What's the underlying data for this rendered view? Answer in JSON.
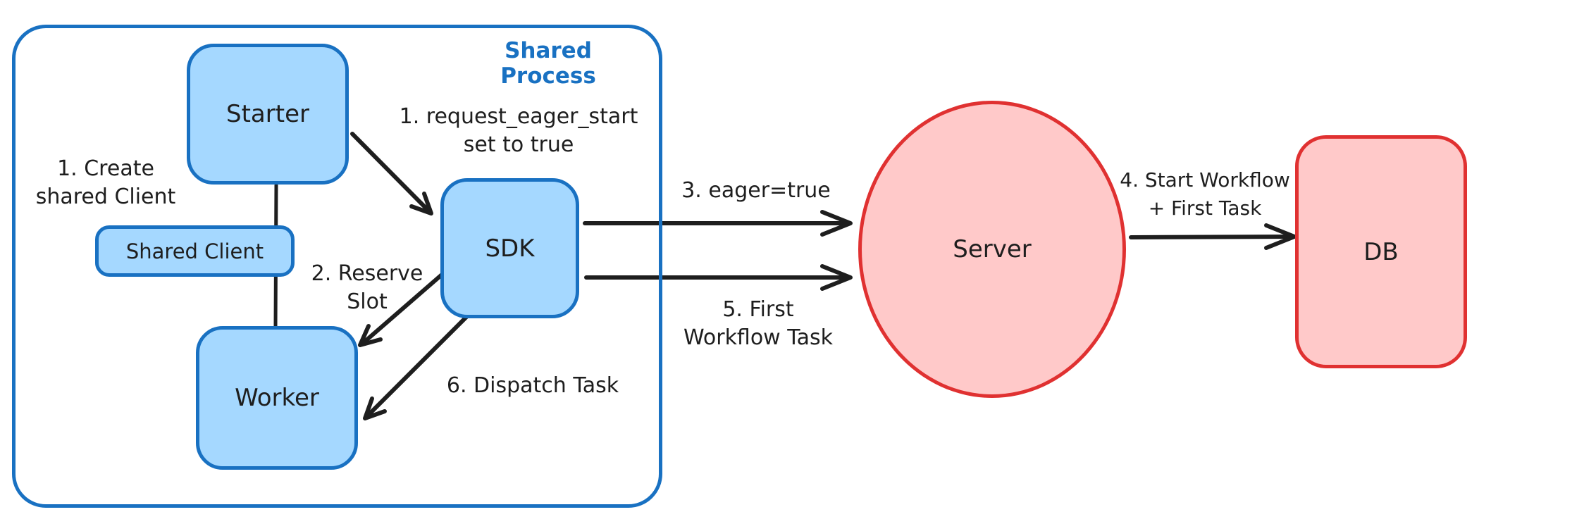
{
  "colors": {
    "background": "#ffffff",
    "ink": "#1e1e1e",
    "blue_stroke": "#1971c2",
    "blue_fill": "#a5d8ff",
    "red_stroke": "#e03131",
    "red_fill": "#ffc9c9"
  },
  "container": {
    "label": "Shared Process"
  },
  "nodes": {
    "starter": {
      "label": "Starter"
    },
    "shared_client": {
      "label": "Shared Client"
    },
    "worker": {
      "label": "Worker"
    },
    "sdk": {
      "label": "SDK"
    },
    "server": {
      "label": "Server"
    },
    "db": {
      "label": "DB"
    }
  },
  "annotations": {
    "create_shared_client": {
      "line1": "1. Create",
      "line2": "shared Client"
    },
    "request_eager_start": {
      "line1": "1. request_eager_start",
      "line2": "set to true"
    },
    "reserve_slot": {
      "line1": "2. Reserve",
      "line2": "Slot"
    },
    "eager_true": {
      "line1": "3. eager=true"
    },
    "start_workflow": {
      "line1": "4. Start Workflow",
      "line2": "+ First Task"
    },
    "first_workflow_task": {
      "line1": "5. First",
      "line2": "Workflow Task"
    },
    "dispatch_task": {
      "line1": "6. Dispatch Task"
    }
  }
}
